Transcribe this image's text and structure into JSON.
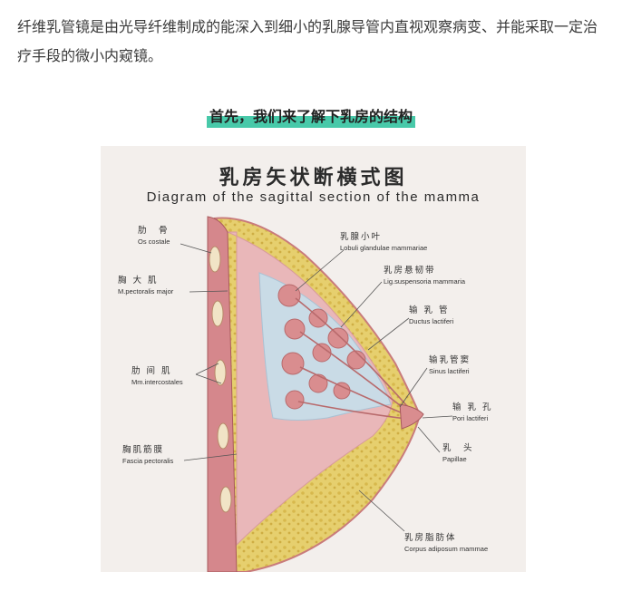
{
  "article": {
    "intro": "纤维乳管镜是由光导纤维制成的能深入到细小的乳腺导管内直视观察病变、并能采取一定治疗手段的微小内窥镜。",
    "section_title": "首先，我们来了解下乳房的结构",
    "highlight_color": "#48c9a9"
  },
  "figure": {
    "title": "乳房矢状断横式图",
    "subtitle": "Diagram of the sagittal section of the mamma",
    "labels": [
      {
        "zh": "肋　骨",
        "la": "Os costale"
      },
      {
        "zh": "胸 大 肌",
        "la": "M.pectoralis major"
      },
      {
        "zh": "肋 间 肌",
        "la": "Mm.intercostales"
      },
      {
        "zh": "胸肌筋膜",
        "la": "Fascia pectoralis"
      },
      {
        "zh": "乳腺小叶",
        "la": "Lobuli glandulae mammariae"
      },
      {
        "zh": "乳房悬韧带",
        "la": "Lig.suspensoria mammaria"
      },
      {
        "zh": "输 乳 管",
        "la": "Ductus lactiferi"
      },
      {
        "zh": "输乳管窦",
        "la": "Sinus lactiferi"
      },
      {
        "zh": "输 乳 孔",
        "la": "Pori lactiferi"
      },
      {
        "zh": "乳　头",
        "la": "Papillae"
      },
      {
        "zh": "乳房脂肪体",
        "la": "Corpus adiposum mammae"
      }
    ]
  }
}
